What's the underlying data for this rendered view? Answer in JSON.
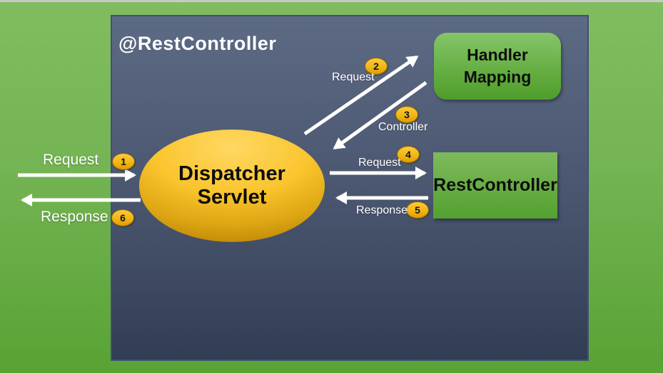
{
  "panel": {
    "title": "@RestController"
  },
  "nodes": {
    "dispatcher": {
      "line1": "Dispatcher",
      "line2": "Servlet"
    },
    "handler_mapping": {
      "line1": "Handler",
      "line2": "Mapping"
    },
    "rest_controller": {
      "label": "RestController"
    }
  },
  "flow_steps": [
    {
      "number": "1",
      "label": "Request"
    },
    {
      "number": "2",
      "label": "Request"
    },
    {
      "number": "3",
      "label": "Controller"
    },
    {
      "number": "4",
      "label": "Request"
    },
    {
      "number": "5",
      "label": "Response"
    },
    {
      "number": "6",
      "label": "Response"
    }
  ],
  "colors": {
    "background_green_top": "#80bd60",
    "background_green_bottom": "#58a334",
    "panel_top": "#5d6a84",
    "panel_bottom": "#323d54",
    "panel_border": "#3f5078",
    "node_green_top": "#85c56a",
    "node_green_bottom": "#4f9d2c",
    "dispatcher_gold_light": "#ffd863",
    "dispatcher_gold_dark": "#bb8406",
    "badge_fill": "#f2b715",
    "badge_border": "#8f6a00",
    "arrow": "#ffffff",
    "label_text": "#ffffff",
    "node_text": "#0d0d0d"
  }
}
